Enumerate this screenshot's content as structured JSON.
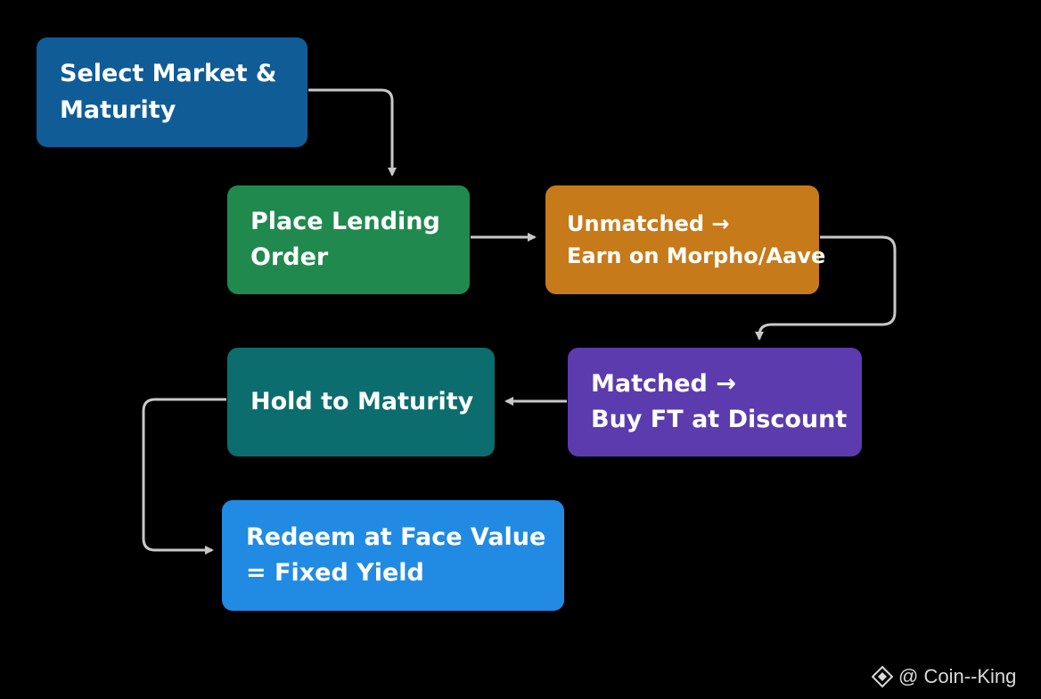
{
  "diagram": {
    "nodes": [
      {
        "id": "select",
        "lines": [
          "Select Market &",
          "Maturity"
        ],
        "color": "#0f5c97"
      },
      {
        "id": "place",
        "lines": [
          "Place Lending",
          "Order"
        ],
        "color": "#208a4e"
      },
      {
        "id": "unmatch",
        "lines": [
          "Unmatched →",
          "Earn on Morpho/Aave"
        ],
        "color": "#c77a19"
      },
      {
        "id": "match",
        "lines": [
          "Matched →",
          "Buy FT at Discount"
        ],
        "color": "#5b3bae"
      },
      {
        "id": "hold",
        "lines": [
          "Hold to Maturity"
        ],
        "color": "#0c6d6e"
      },
      {
        "id": "redeem",
        "lines": [
          "Redeem at Face Value",
          "= Fixed Yield"
        ],
        "color": "#218be4"
      }
    ],
    "edges": [
      {
        "from": "select",
        "to": "place"
      },
      {
        "from": "place",
        "to": "unmatch"
      },
      {
        "from": "unmatch",
        "to": "match"
      },
      {
        "from": "match",
        "to": "hold"
      },
      {
        "from": "hold",
        "to": "redeem"
      }
    ],
    "connector_color": "#c8c8c8",
    "background": "#000000"
  },
  "watermark": {
    "icon": "binance-diamond-icon",
    "text": "@ Coin--King"
  }
}
